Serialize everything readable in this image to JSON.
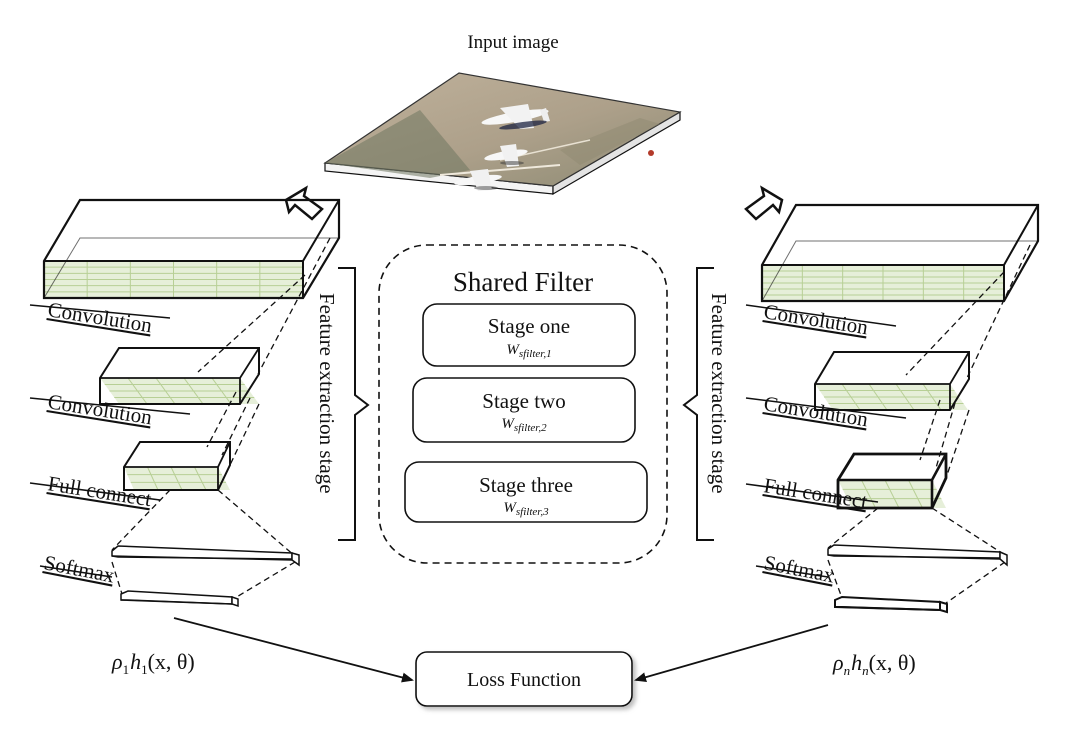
{
  "input_image": {
    "label": "Input image"
  },
  "left_branch": {
    "layers": [
      "Convolution",
      "Convolution",
      "Full connect",
      "Softmax"
    ],
    "output": {
      "rho": "ρ",
      "rho_sub": "1",
      "h": "h",
      "h_sub": "1",
      "args": "(x, θ)"
    }
  },
  "right_branch": {
    "layers": [
      "Convolution",
      "Convolution",
      "Full connect",
      "Softmax"
    ],
    "output": {
      "rho": "ρ",
      "rho_sub": "n",
      "h": "h",
      "h_sub": "n",
      "args": "(x, θ)"
    }
  },
  "stage_label_left": "Feature extraction stage",
  "stage_label_right": "Feature extraction stage",
  "shared_filter": {
    "title": "Shared Filter",
    "stages": [
      {
        "name": "Stage one",
        "weight": "W",
        "weight_sub": "sfilter,1"
      },
      {
        "name": "Stage two",
        "weight": "W",
        "weight_sub": "sfilter,2"
      },
      {
        "name": "Stage three",
        "weight": "W",
        "weight_sub": "sfilter,3"
      }
    ]
  },
  "loss": {
    "label": "Loss Function"
  },
  "colors": {
    "grid_fill": "#e6efd9",
    "grid_line": "#b7cf95",
    "stroke": "#111111",
    "ground": "#b2a28c"
  }
}
